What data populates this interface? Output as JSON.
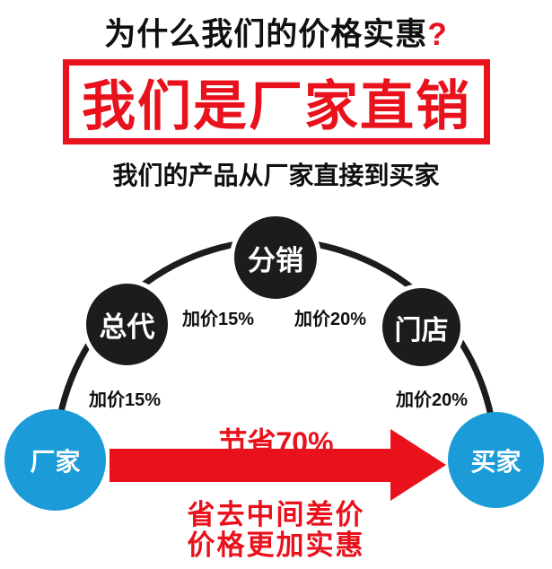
{
  "title": {
    "text": "为什么我们的价格实惠",
    "question_mark": "?"
  },
  "banner": {
    "label": "我们是厂家直销"
  },
  "subtitle": {
    "text": "我们的产品从厂家直接到买家"
  },
  "chain": {
    "factory": "厂家",
    "general_agent": "总代",
    "distribution": "分销",
    "store": "门店",
    "buyer": "买家",
    "markups": [
      "加价15%",
      "加价20%",
      "加价15%",
      "加价20%"
    ]
  },
  "savings": {
    "arrow_label": "节省70%",
    "footer_line1": "省去中间差价",
    "footer_line2": "价格更加实惠"
  },
  "colors": {
    "red": "#e8111c",
    "blue": "#1b9bd8",
    "black": "#1c1c1c"
  }
}
